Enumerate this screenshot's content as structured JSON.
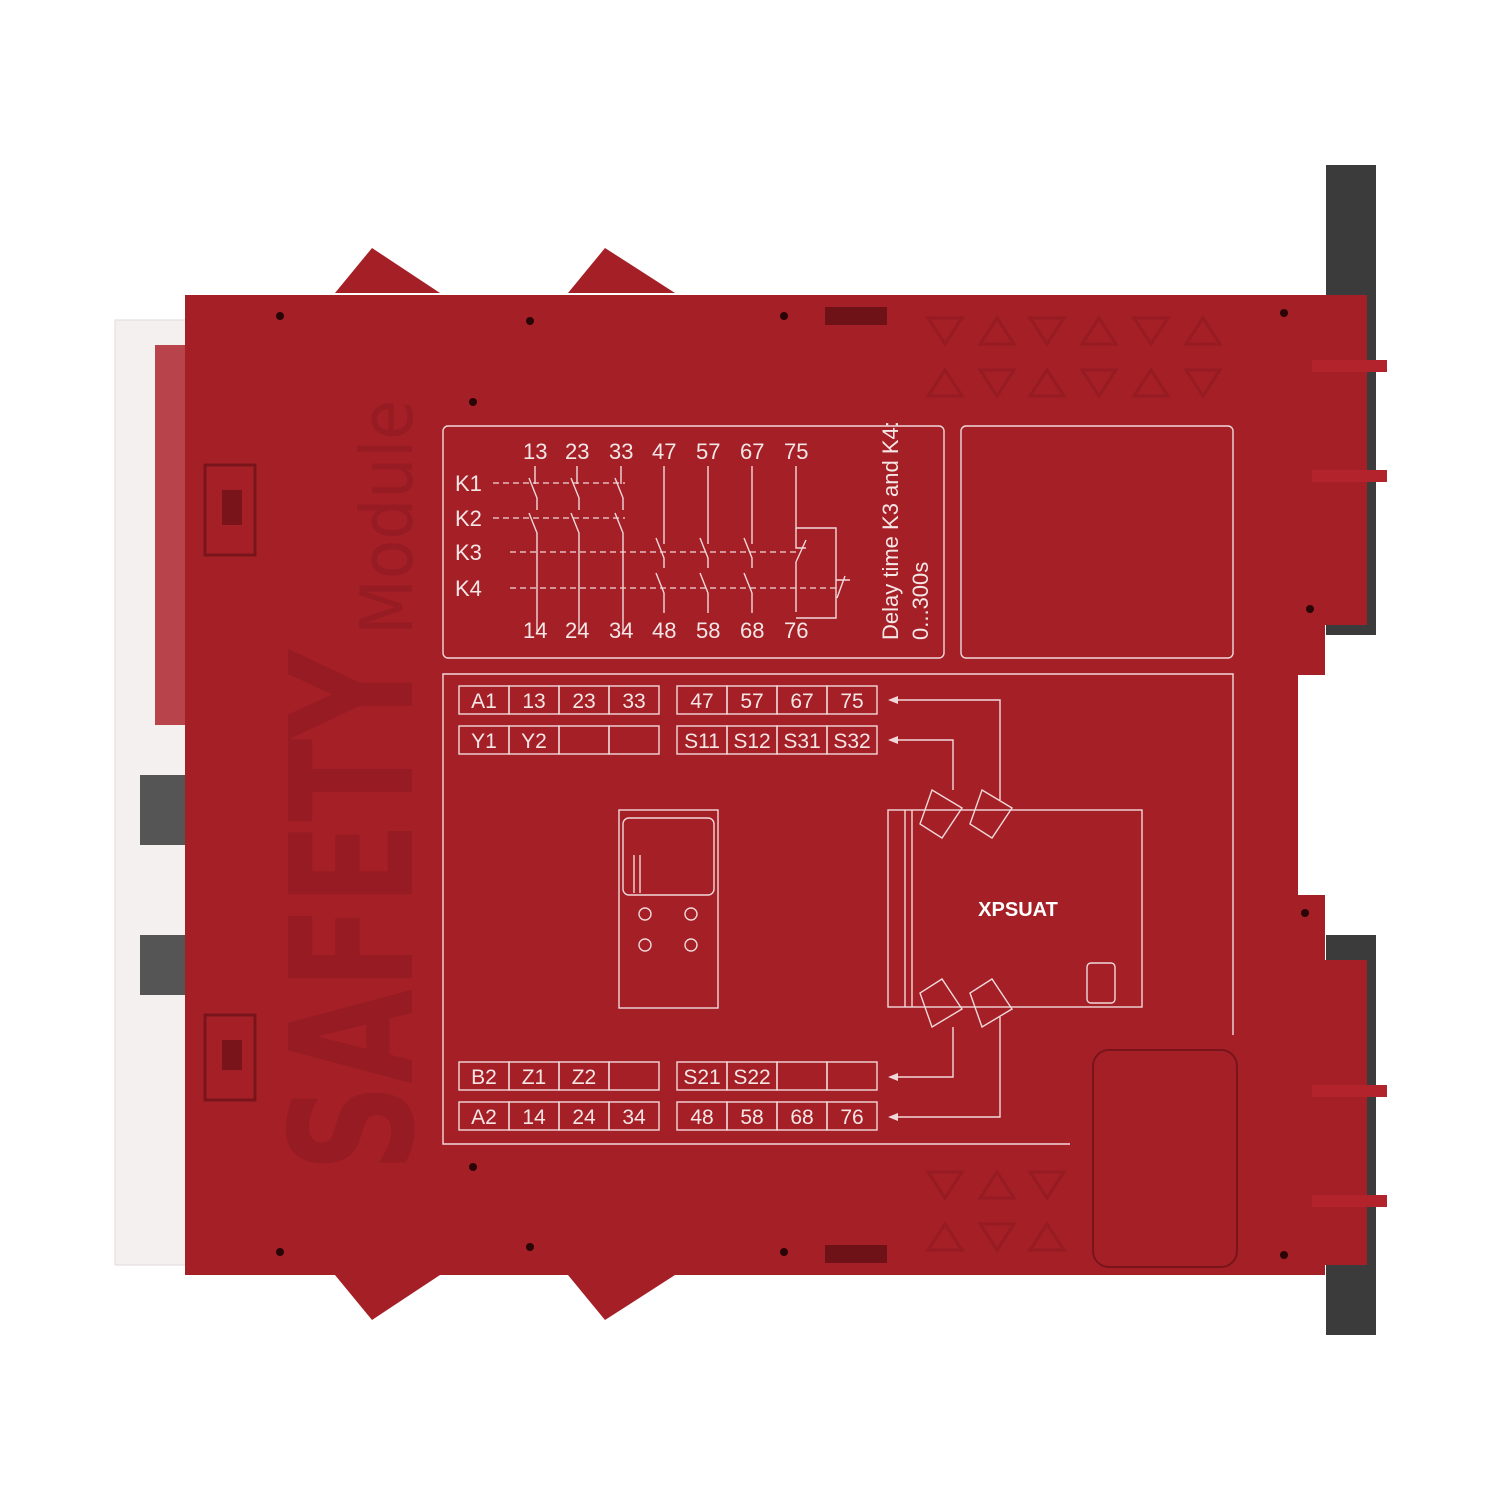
{
  "product": {
    "brand_watermark": "SAFETY",
    "brand_watermark_sub": "Module",
    "model": "XPSUAT",
    "colors": {
      "body": "#a51f27",
      "rail": "#3b3b3b",
      "marking": "#f1d9da",
      "watermark": "#961b23"
    }
  },
  "schematic": {
    "top_terminals": [
      "13",
      "23",
      "33",
      "47",
      "57",
      "67",
      "75"
    ],
    "bottom_terminals": [
      "14",
      "24",
      "34",
      "48",
      "58",
      "68",
      "76"
    ],
    "relays": [
      "K1",
      "K2",
      "K3",
      "K4"
    ],
    "delay_note_line1": "Delay time K3 and K4:",
    "delay_note_line2": "0...300s"
  },
  "terminal_blocks": {
    "top_left": [
      [
        "A1",
        "13",
        "23",
        "33"
      ],
      [
        "Y1",
        "Y2",
        "",
        ""
      ]
    ],
    "top_right": [
      [
        "47",
        "57",
        "67",
        "75"
      ],
      [
        "S11",
        "S12",
        "S31",
        "S32"
      ]
    ],
    "bottom_left": [
      [
        "B2",
        "Z1",
        "Z2",
        ""
      ],
      [
        "A2",
        "14",
        "24",
        "34"
      ]
    ],
    "bottom_right": [
      [
        "S21",
        "S22",
        "",
        ""
      ],
      [
        "48",
        "58",
        "68",
        "76"
      ]
    ]
  }
}
